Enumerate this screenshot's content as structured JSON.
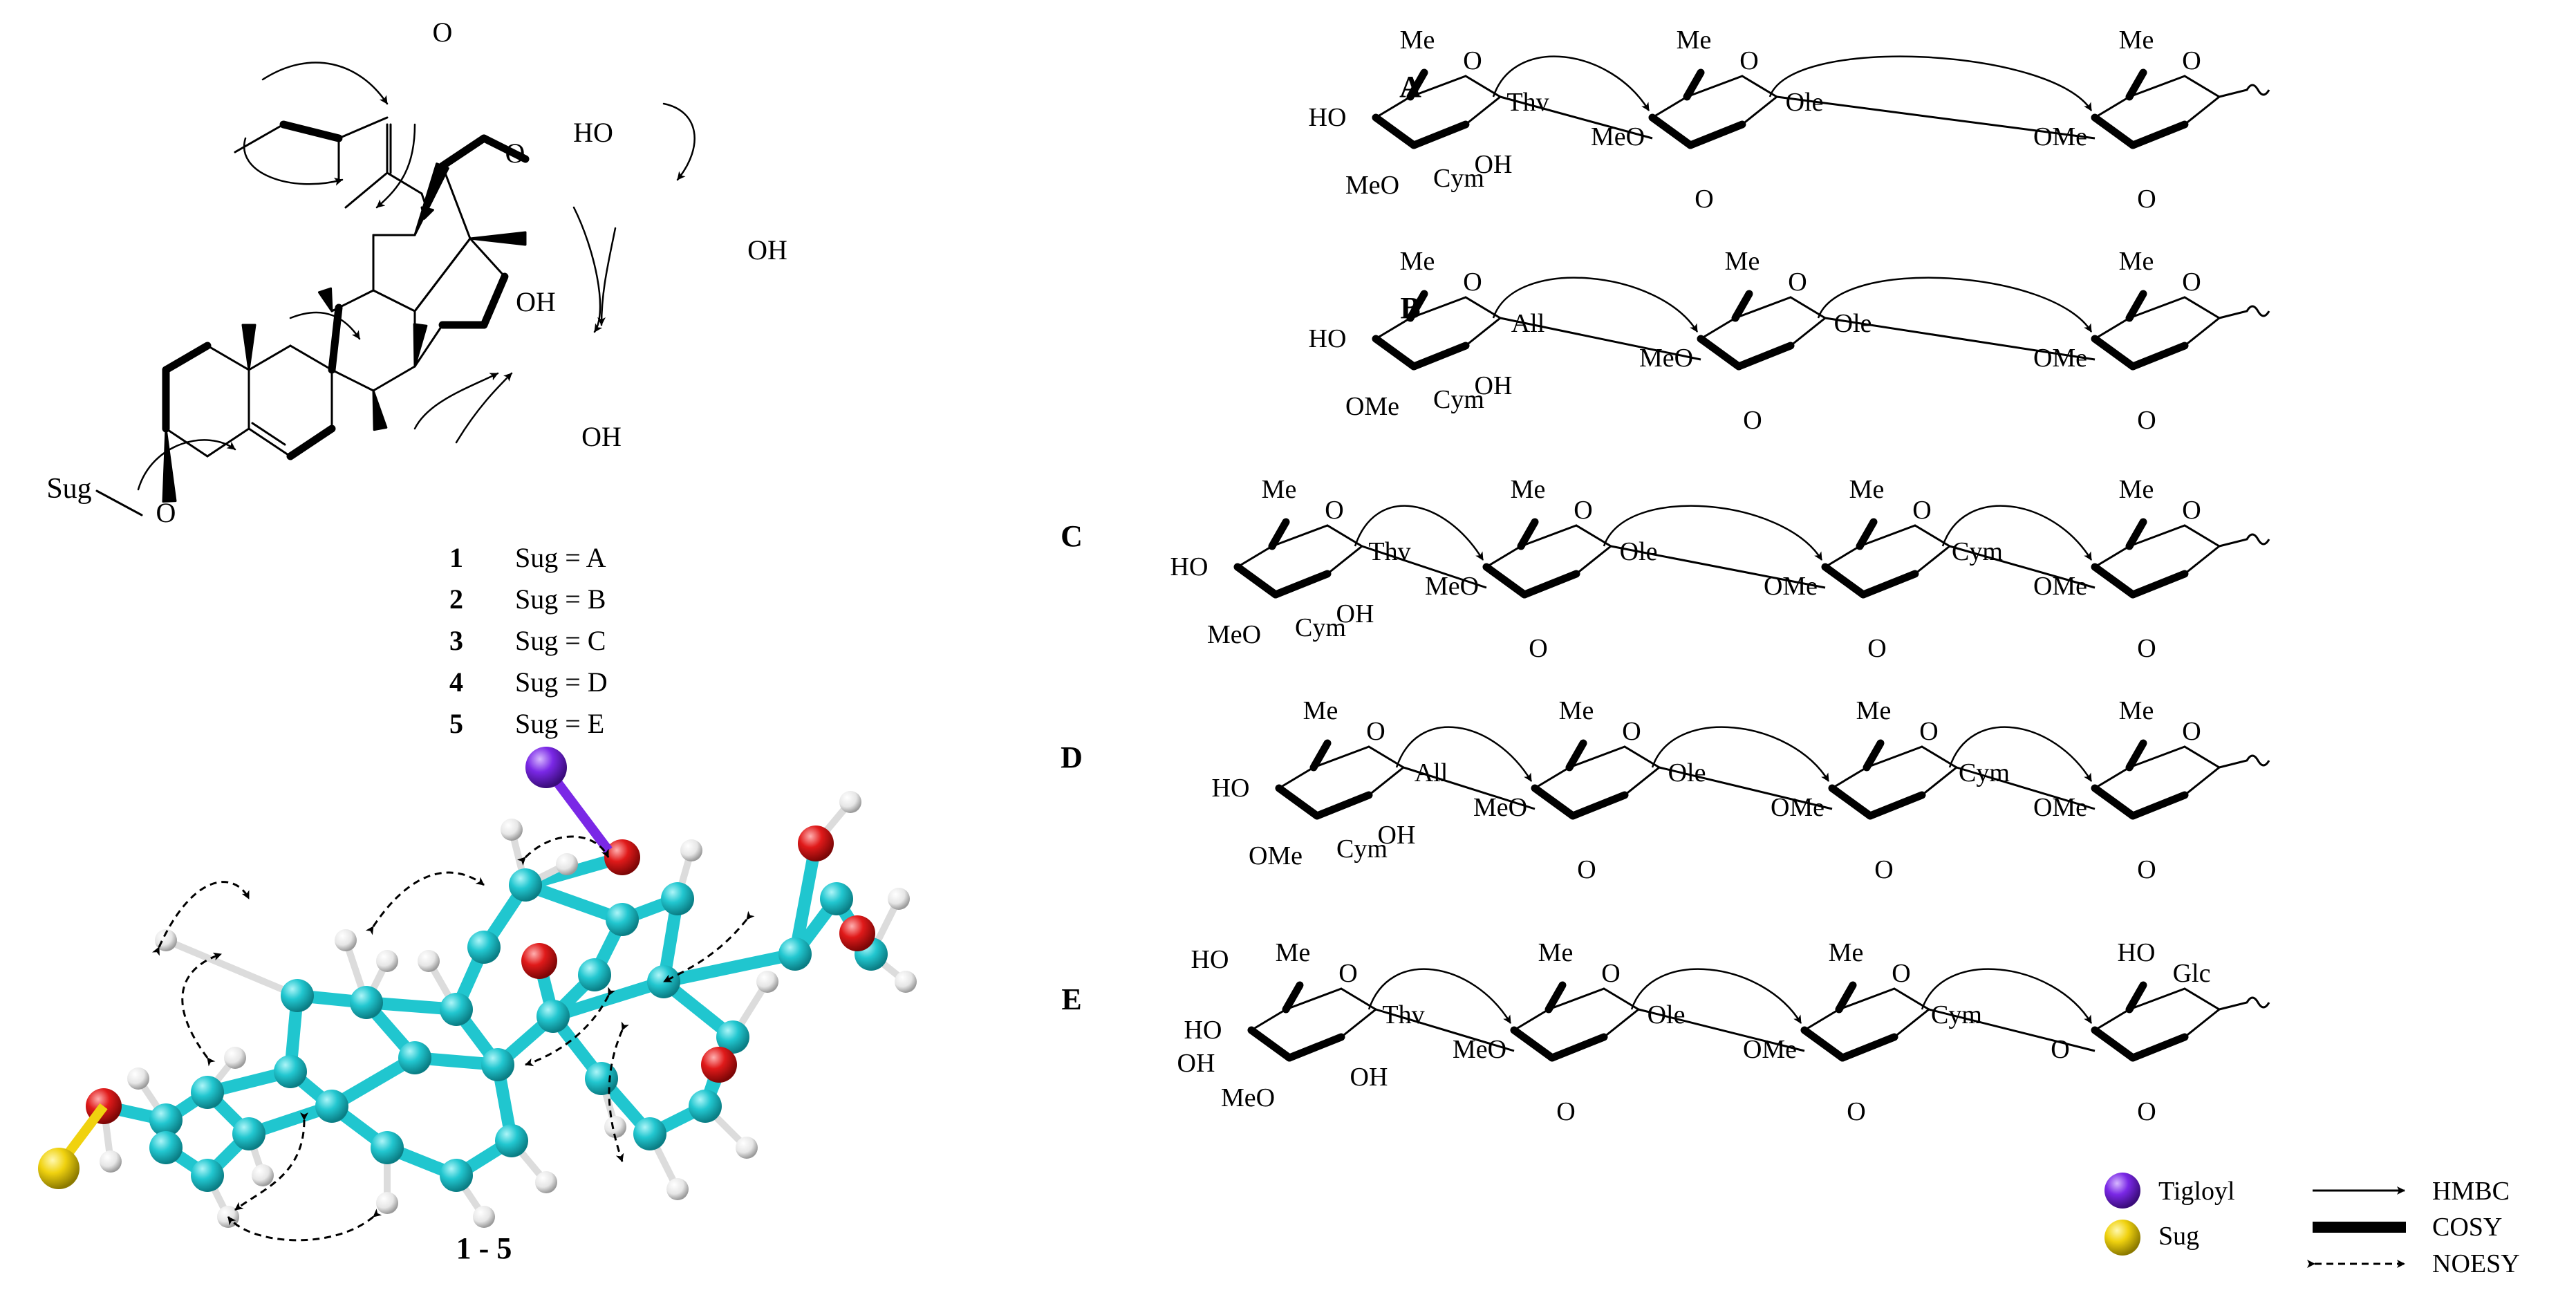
{
  "steroid": {
    "sug_label": "Sug",
    "o_labels": [
      "O",
      "O",
      "O"
    ],
    "oh_labels": [
      "HO",
      "OH",
      "OH",
      "OH"
    ]
  },
  "compound_table": [
    {
      "num": "1",
      "text": "Sug = A"
    },
    {
      "num": "2",
      "text": "Sug = B"
    },
    {
      "num": "3",
      "text": "Sug = C"
    },
    {
      "num": "4",
      "text": "Sug = D"
    },
    {
      "num": "5",
      "text": "Sug = E"
    }
  ],
  "model_label": "1 - 5",
  "chains": [
    {
      "letter": "A",
      "labels": [
        "Me",
        "Me",
        "Me",
        "HO",
        "MeO",
        "OH",
        "MeO",
        "OMe",
        "O",
        "O",
        "O",
        "O",
        "O",
        "Thv",
        "Ole",
        "Cym"
      ]
    },
    {
      "letter": "B",
      "labels": [
        "Me",
        "Me",
        "Me",
        "HO",
        "OMe",
        "OH",
        "MeO",
        "OMe",
        "O",
        "O",
        "O",
        "O",
        "O",
        "All",
        "Ole",
        "Cym"
      ]
    },
    {
      "letter": "C",
      "labels": [
        "Me",
        "Me",
        "Me",
        "Me",
        "HO",
        "MeO",
        "OH",
        "MeO",
        "OMe",
        "OMe",
        "O",
        "O",
        "O",
        "O",
        "O",
        "O",
        "O",
        "Thv",
        "Ole",
        "Cym",
        "Cym"
      ]
    },
    {
      "letter": "D",
      "labels": [
        "Me",
        "Me",
        "Me",
        "Me",
        "HO",
        "OMe",
        "OH",
        "MeO",
        "OMe",
        "OMe",
        "O",
        "O",
        "O",
        "O",
        "O",
        "O",
        "O",
        "All",
        "Ole",
        "Cym",
        "Cym"
      ]
    },
    {
      "letter": "E",
      "labels": [
        "Me",
        "Me",
        "Me",
        "HO",
        "HO",
        "HO",
        "OH",
        "MeO",
        "OH",
        "MeO",
        "OMe",
        "O",
        "O",
        "O",
        "O",
        "O",
        "O",
        "O",
        "Glc",
        "Thv",
        "Ole",
        "Cym"
      ]
    }
  ],
  "legend": {
    "items": [
      {
        "label": "Tigloyl",
        "color": "#7a28e6"
      },
      {
        "label": "Sug",
        "color": "#f0d20f"
      },
      {
        "label": "HMBC"
      },
      {
        "label": "COSY"
      },
      {
        "label": "NOESY"
      }
    ]
  },
  "colors": {
    "carbon": "#20c6cf",
    "oxygen": "#e01a1a",
    "hydrogen": "#e8e8e8",
    "tigloyl": "#7a28e6",
    "sug": "#f0d20f"
  }
}
